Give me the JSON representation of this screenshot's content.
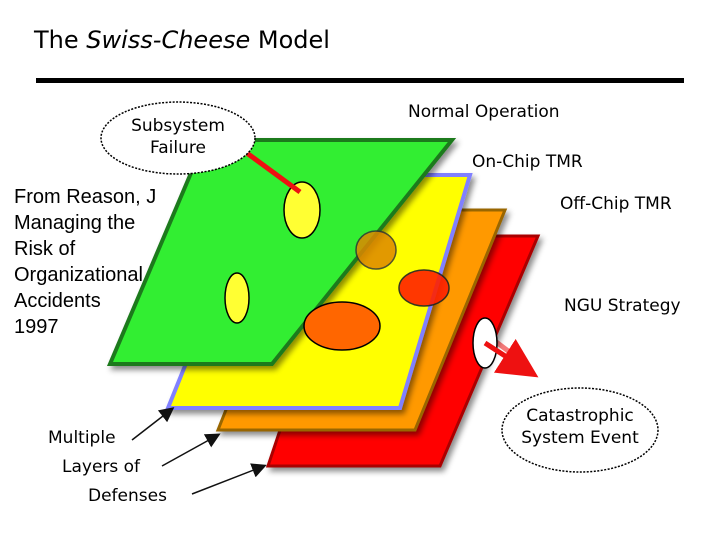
{
  "title": {
    "prefix": "The ",
    "emphasis": "Swiss-Cheese",
    "suffix": " Model"
  },
  "source_note": "From Reason, J\nManaging the\nRisk of\nOrganizational\nAccidents\n1997",
  "bubbles": {
    "subsystem_failure": "Subsystem\nFailure",
    "catastrophic_event": "Catastrophic\nSystem Event"
  },
  "layer_labels": {
    "normal_operation": "Normal Operation",
    "on_chip_tmr": "On-Chip TMR",
    "off_chip_tmr": "Off-Chip TMR",
    "ngu_strategy": "NGU Strategy"
  },
  "multiple_layers": [
    "Multiple",
    "Layers of",
    "Defenses"
  ],
  "colors": {
    "layer_normal": "#33ee33",
    "layer_on_chip": "#ffff00",
    "layer_off_chip": "#ff9900",
    "layer_ngu": "#ff0000",
    "arrow": "#ee1111"
  }
}
